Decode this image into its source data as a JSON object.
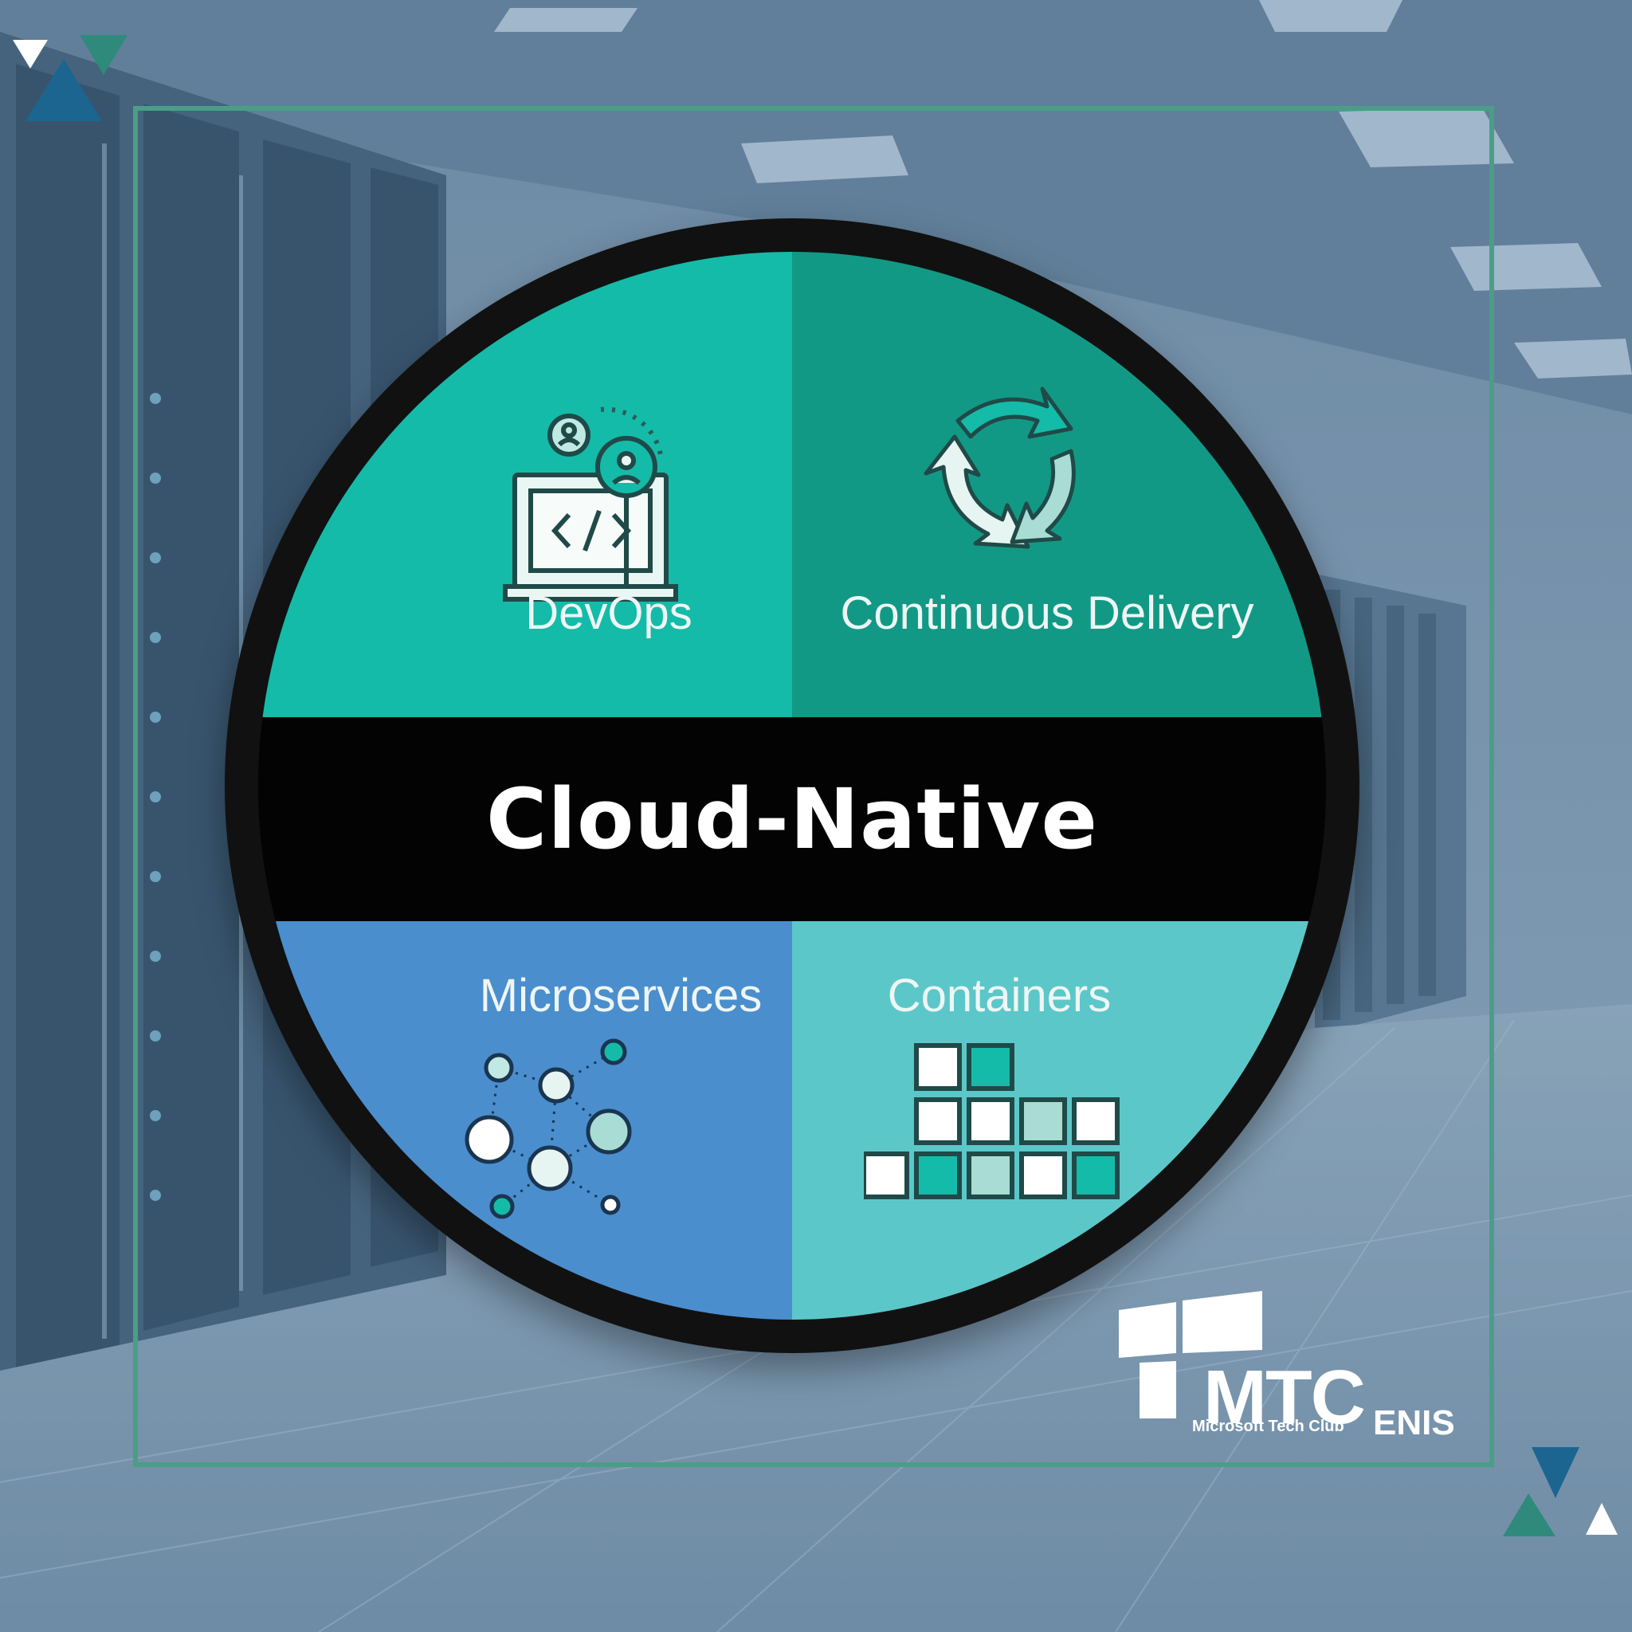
{
  "diagram": {
    "center": {
      "label": "Cloud-Native"
    },
    "quadrants": [
      {
        "label": "DevOps",
        "icon": "laptop-code-icon"
      },
      {
        "label": "Continuous Delivery",
        "icon": "cycle-arrows-icon"
      },
      {
        "label": "Microservices",
        "icon": "network-nodes-icon"
      },
      {
        "label": "Containers",
        "icon": "stacked-blocks-icon"
      }
    ]
  },
  "branding": {
    "logo_main": "MTC",
    "logo_suffix": "ENIS",
    "logo_subtitle": "Microsoft Tech Club"
  },
  "colors": {
    "devops": "#14bba8",
    "continuous_delivery": "#129985",
    "microservices": "#4a8ece",
    "containers": "#5cc7c9",
    "center_band": "#030303",
    "frame": "#4a9e86"
  }
}
